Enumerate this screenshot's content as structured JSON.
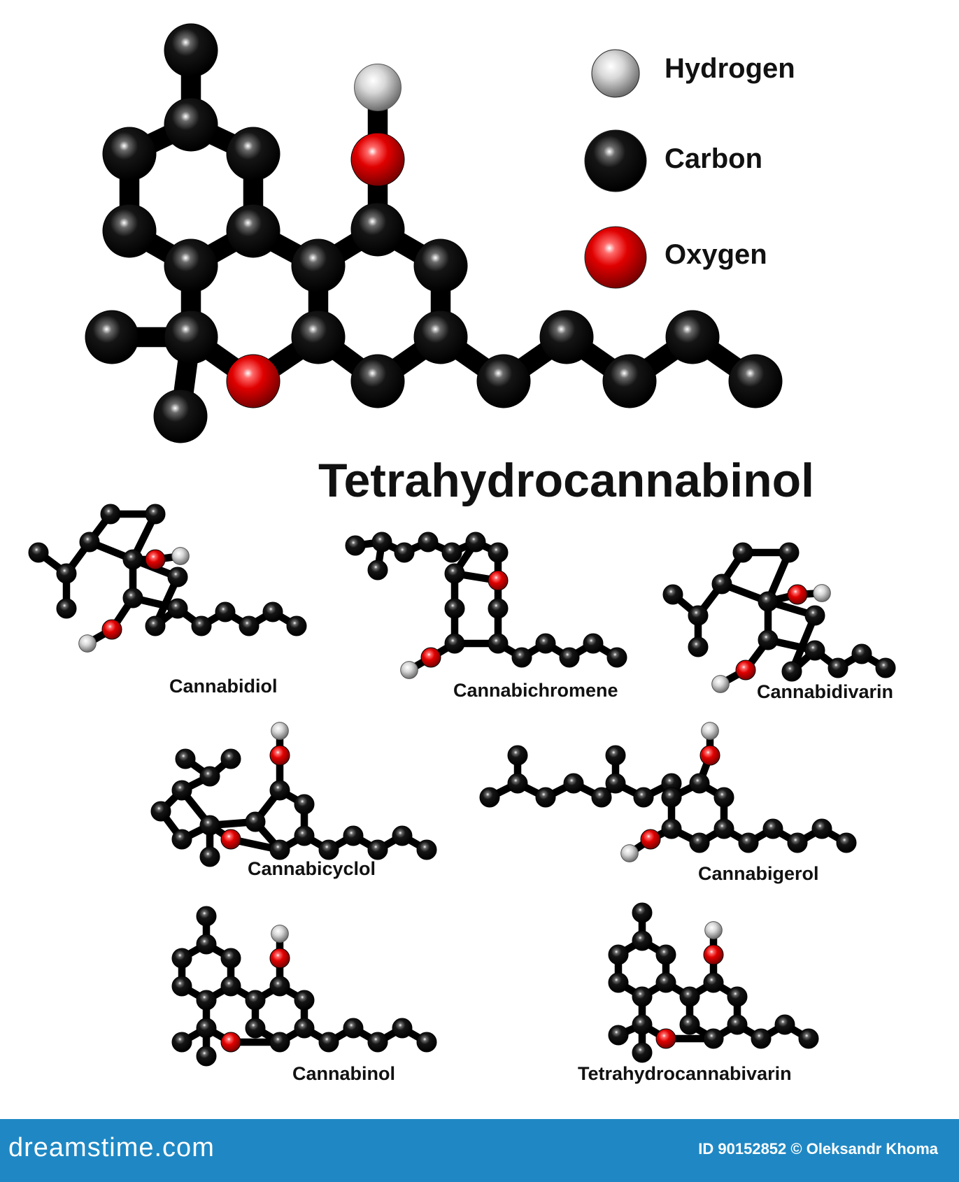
{
  "legend": [
    {
      "label": "Hydrogen",
      "color": "#e6e6e6"
    },
    {
      "label": "Carbon",
      "color": "#000000"
    },
    {
      "label": "Oxygen",
      "color": "#e50000"
    }
  ],
  "main_molecule": {
    "name": "Tetrahydrocannabinol"
  },
  "molecules": [
    {
      "name": "Cannabidiol"
    },
    {
      "name": "Cannabichromene"
    },
    {
      "name": "Cannabidivarin"
    },
    {
      "name": "Cannabicyclol"
    },
    {
      "name": "Cannabigerol"
    },
    {
      "name": "Cannabinol"
    },
    {
      "name": "Tetrahydrocannabivarin"
    }
  ],
  "footer": {
    "site": "dreamstime.com",
    "credit": "ID 90152852 © Oleksandr Khoma",
    "background": "#1f88c4"
  }
}
